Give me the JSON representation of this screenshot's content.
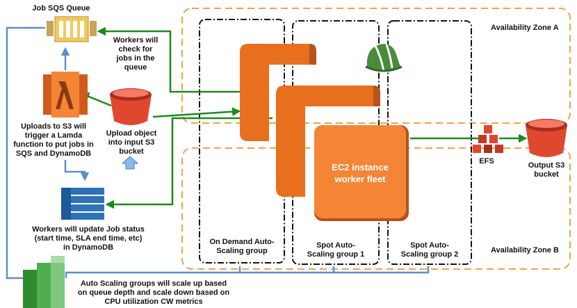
{
  "labels": {
    "job_queue": "Job SQS Queue",
    "workers_check": [
      "Workers will",
      "check for",
      "jobs in the",
      "queue"
    ],
    "uploads_trigger": [
      "Uploads to S3 will",
      "trigger a Lamda",
      "function to put jobs in",
      "SQS and DynamoDB"
    ],
    "upload_object": [
      "Upload object",
      "into input S3",
      "bucket"
    ],
    "workers_update": [
      "Workers will update Job status",
      "(start time, SLA end time, etc)",
      "in DynamoDB"
    ],
    "autoscaling_note": [
      "Auto Scaling groups will scale up based",
      "on queue depth and scale down based on",
      "CPU utilization CW metrics"
    ],
    "ec2_fleet": [
      "EC2 instance",
      "worker fleet"
    ],
    "efs": "EFS",
    "output_bucket": [
      "Output S3",
      "bucket"
    ],
    "on_demand_group": [
      "On Demand Auto-",
      "Scaling group"
    ],
    "spot_group_1": [
      "Spot Auto-",
      "Scaling group 1"
    ],
    "spot_group_2": [
      "Spot Auto-",
      "Scaling group 2"
    ],
    "zone_a": "Availability Zone A",
    "zone_b": "Availability Zone B"
  },
  "colors": {
    "aws_orange": "#f58536",
    "zone_border": "#f5a04a",
    "arrow_green": "#1a8a1a",
    "connector_blue": "#5b8fd0",
    "bucket_red": "#e0472f",
    "helmet_green": "#4a8b3a",
    "dynamo_blue": "#2e73b8",
    "sqs_tan": "#c9a35a"
  },
  "icons": [
    "sqs-queue-icon",
    "lambda-icon",
    "input-s3-bucket-icon",
    "dynamodb-icon",
    "autoscaling-icon",
    "ec2-instance-icon",
    "spot-helmet-icon",
    "efs-icon",
    "output-s3-bucket-icon"
  ]
}
